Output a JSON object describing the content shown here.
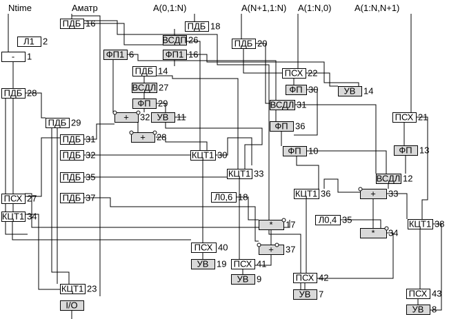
{
  "inputs": [
    {
      "id": "in-ntime",
      "label": "Ntime"
    },
    {
      "id": "in-amatr",
      "label": "Aматр"
    },
    {
      "id": "in-a01n",
      "label": "A(0,1:N)"
    },
    {
      "id": "in-an11n",
      "label": "A(N+1,1:N)"
    },
    {
      "id": "in-a1n0",
      "label": "A(1:N,0)"
    },
    {
      "id": "in-a1nn1",
      "label": "A(1:N,N+1)"
    }
  ],
  "blocks": [
    {
      "id": "b-l1",
      "label": "Л1",
      "num": "2",
      "fill": "white"
    },
    {
      "id": "b-minus",
      "label": "-",
      "num": "1",
      "fill": "white"
    },
    {
      "id": "b-pdb16",
      "label": "ПДБ",
      "num": "16",
      "fill": "white"
    },
    {
      "id": "b-pdb18",
      "label": "ПДБ",
      "num": "18",
      "fill": "white"
    },
    {
      "id": "b-vsdp26",
      "label": "ВСДП",
      "num": "26",
      "fill": "gray"
    },
    {
      "id": "b-fp1-6",
      "label": "ФП1",
      "num": "6",
      "fill": "gray"
    },
    {
      "id": "b-fp1-16",
      "label": "ФП1",
      "num": "16",
      "fill": "gray"
    },
    {
      "id": "b-pdb20",
      "label": "ПДБ",
      "num": "20",
      "fill": "white"
    },
    {
      "id": "b-pdb14",
      "label": "ПДБ",
      "num": "14",
      "fill": "white"
    },
    {
      "id": "b-psh22",
      "label": "ПСХ",
      "num": "22",
      "fill": "white"
    },
    {
      "id": "b-vsdl27",
      "label": "ВСДЛ",
      "num": "27",
      "fill": "gray"
    },
    {
      "id": "b-fp30",
      "label": "ФП",
      "num": "30",
      "fill": "gray"
    },
    {
      "id": "b-uv14",
      "label": "УВ",
      "num": "14",
      "fill": "gray"
    },
    {
      "id": "b-pdb28",
      "label": "ПДБ",
      "num": "28",
      "fill": "white"
    },
    {
      "id": "b-fp29",
      "label": "ФП",
      "num": "29",
      "fill": "gray"
    },
    {
      "id": "b-vsdl31",
      "label": "ВСДЛ",
      "num": "31",
      "fill": "gray"
    },
    {
      "id": "b-plus32",
      "label": "+",
      "num": "32",
      "fill": "gray"
    },
    {
      "id": "b-uv11",
      "label": "УВ",
      "num": "11",
      "fill": "gray"
    },
    {
      "id": "b-psh21",
      "label": "ПСХ",
      "num": "21",
      "fill": "white"
    },
    {
      "id": "b-pdb29",
      "label": "ПДБ",
      "num": "29",
      "fill": "white"
    },
    {
      "id": "b-fp36",
      "label": "ФП",
      "num": "36",
      "fill": "gray"
    },
    {
      "id": "b-plus28",
      "label": "+",
      "num": "28",
      "fill": "gray"
    },
    {
      "id": "b-pdb31",
      "label": "ПДБ",
      "num": "31",
      "fill": "white"
    },
    {
      "id": "b-fp10",
      "label": "ФП",
      "num": "10",
      "fill": "gray"
    },
    {
      "id": "b-fp13",
      "label": "ФП",
      "num": "13",
      "fill": "gray"
    },
    {
      "id": "b-pdb32",
      "label": "ПДБ",
      "num": "32",
      "fill": "white"
    },
    {
      "id": "b-kct30",
      "label": "КЦТ1",
      "num": "30",
      "fill": "white"
    },
    {
      "id": "b-kct33",
      "label": "КЦТ1",
      "num": "33",
      "fill": "white"
    },
    {
      "id": "b-pdb35",
      "label": "ПДБ",
      "num": "35",
      "fill": "white"
    },
    {
      "id": "b-vsdl12",
      "label": "ВСДЛ",
      "num": "12",
      "fill": "gray"
    },
    {
      "id": "b-psh27",
      "label": "ПСХ",
      "num": "27",
      "fill": "white"
    },
    {
      "id": "b-pdb37",
      "label": "ПДБ",
      "num": "37",
      "fill": "white"
    },
    {
      "id": "b-l06",
      "label": "Л0,6",
      "num": "18",
      "fill": "white"
    },
    {
      "id": "b-kct36",
      "label": "КЦТ1",
      "num": "36",
      "fill": "white"
    },
    {
      "id": "b-plus33",
      "label": "+",
      "num": "33",
      "fill": "gray"
    },
    {
      "id": "b-kct34",
      "label": "КЦТ1",
      "num": "34",
      "fill": "white"
    },
    {
      "id": "b-mul17",
      "label": "*",
      "num": "17",
      "fill": "gray"
    },
    {
      "id": "b-l04",
      "label": "Л0,4",
      "num": "35",
      "fill": "white"
    },
    {
      "id": "b-kct38",
      "label": "КЦТ1",
      "num": "38",
      "fill": "white"
    },
    {
      "id": "b-mul34",
      "label": "*",
      "num": "34",
      "fill": "gray"
    },
    {
      "id": "b-psh40",
      "label": "ПСХ",
      "num": "40",
      "fill": "white"
    },
    {
      "id": "b-plus37",
      "label": "+",
      "num": "37",
      "fill": "gray"
    },
    {
      "id": "b-uv19",
      "label": "УВ",
      "num": "19",
      "fill": "gray"
    },
    {
      "id": "b-psh41",
      "label": "ПСХ",
      "num": "41",
      "fill": "white"
    },
    {
      "id": "b-psh42",
      "label": "ПСХ",
      "num": "42",
      "fill": "white"
    },
    {
      "id": "b-uv9",
      "label": "УВ",
      "num": "9",
      "fill": "gray"
    },
    {
      "id": "b-kct23",
      "label": "КЦТ1",
      "num": "23",
      "fill": "white"
    },
    {
      "id": "b-uv7",
      "label": "УВ",
      "num": "7",
      "fill": "gray"
    },
    {
      "id": "b-psh43",
      "label": "ПСХ",
      "num": "43",
      "fill": "white"
    },
    {
      "id": "b-io",
      "label": "I/O",
      "num": "",
      "fill": "gray"
    },
    {
      "id": "b-uv8",
      "label": "УВ",
      "num": "8",
      "fill": "gray"
    }
  ]
}
